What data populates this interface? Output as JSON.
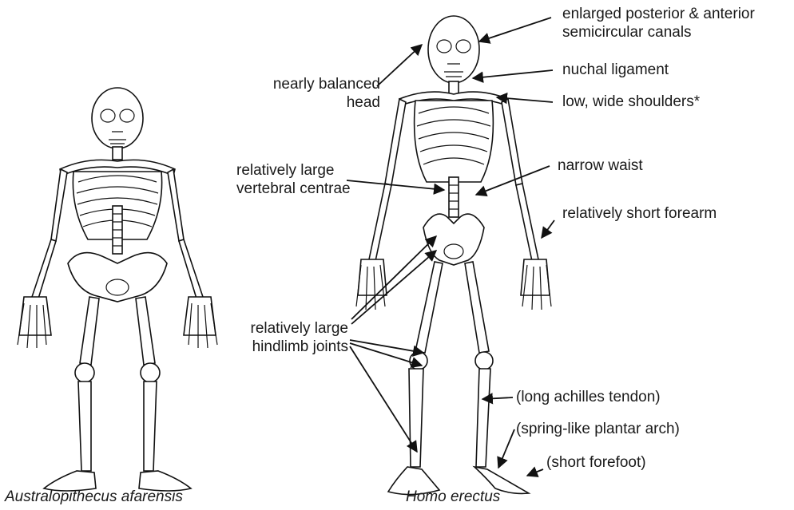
{
  "figure": {
    "left_caption": "Australopithecus afarensis",
    "right_caption": "Homo erectus"
  },
  "labels": {
    "canals_line1": "enlarged posterior & anterior",
    "canals_line2": "semicircular canals",
    "head_line1": "nearly balanced",
    "head_line2": "head",
    "nuchal": "nuchal ligament",
    "shoulders": "low, wide shoulders*",
    "waist": "narrow waist",
    "vertebral_line1": "relatively large",
    "vertebral_line2": "vertebral centrae",
    "forearm": "relatively short forearm",
    "hindlimb_line1": "relatively large",
    "hindlimb_line2": "hindlimb joints",
    "achilles": "(long achilles tendon)",
    "plantar": "(spring-like plantar arch)",
    "forefoot": "(short forefoot)"
  }
}
